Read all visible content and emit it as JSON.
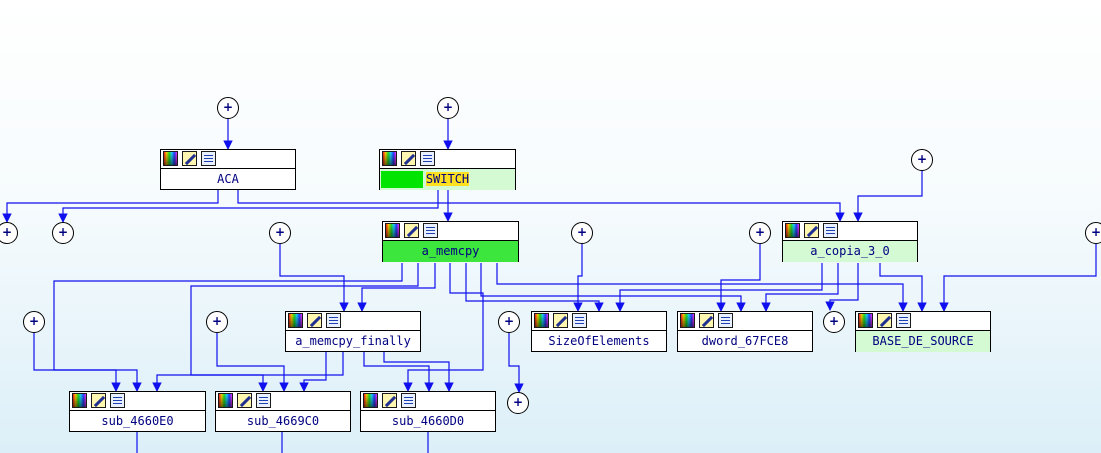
{
  "nodes": [
    {
      "id": "ACA",
      "label": "ACA",
      "style": "plain"
    },
    {
      "id": "SWITCH",
      "label": "SWITCH",
      "style": "switch"
    },
    {
      "id": "a_memcpy",
      "label": "a_memcpy",
      "style": "bright"
    },
    {
      "id": "a_copia_3_0",
      "label": "a_copia_3_0",
      "style": "green"
    },
    {
      "id": "a_memcpy_finally",
      "label": "a_memcpy_finally",
      "style": "plain"
    },
    {
      "id": "SizeOfElements",
      "label": "SizeOfElements",
      "style": "plain"
    },
    {
      "id": "dword_67FCE8",
      "label": "dword_67FCE8",
      "style": "plain"
    },
    {
      "id": "BASE_DE_SOURCE",
      "label": "BASE_DE_SOURCE",
      "style": "green"
    },
    {
      "id": "sub_4660E0",
      "label": "sub_4660E0",
      "style": "plain"
    },
    {
      "id": "sub_4669C0",
      "label": "sub_4669C0",
      "style": "plain"
    },
    {
      "id": "sub_4660D0",
      "label": "sub_4660D0",
      "style": "plain"
    }
  ],
  "collapsed_symbol": "+",
  "colors": {
    "edge": "#1010ee",
    "node_text": "#000080",
    "highlight_green": "#3ce63c",
    "light_green": "#d4fad4",
    "switch_highlight": "#ffe020"
  },
  "icons": [
    "palette-icon",
    "rename-icon",
    "xref-icon"
  ]
}
